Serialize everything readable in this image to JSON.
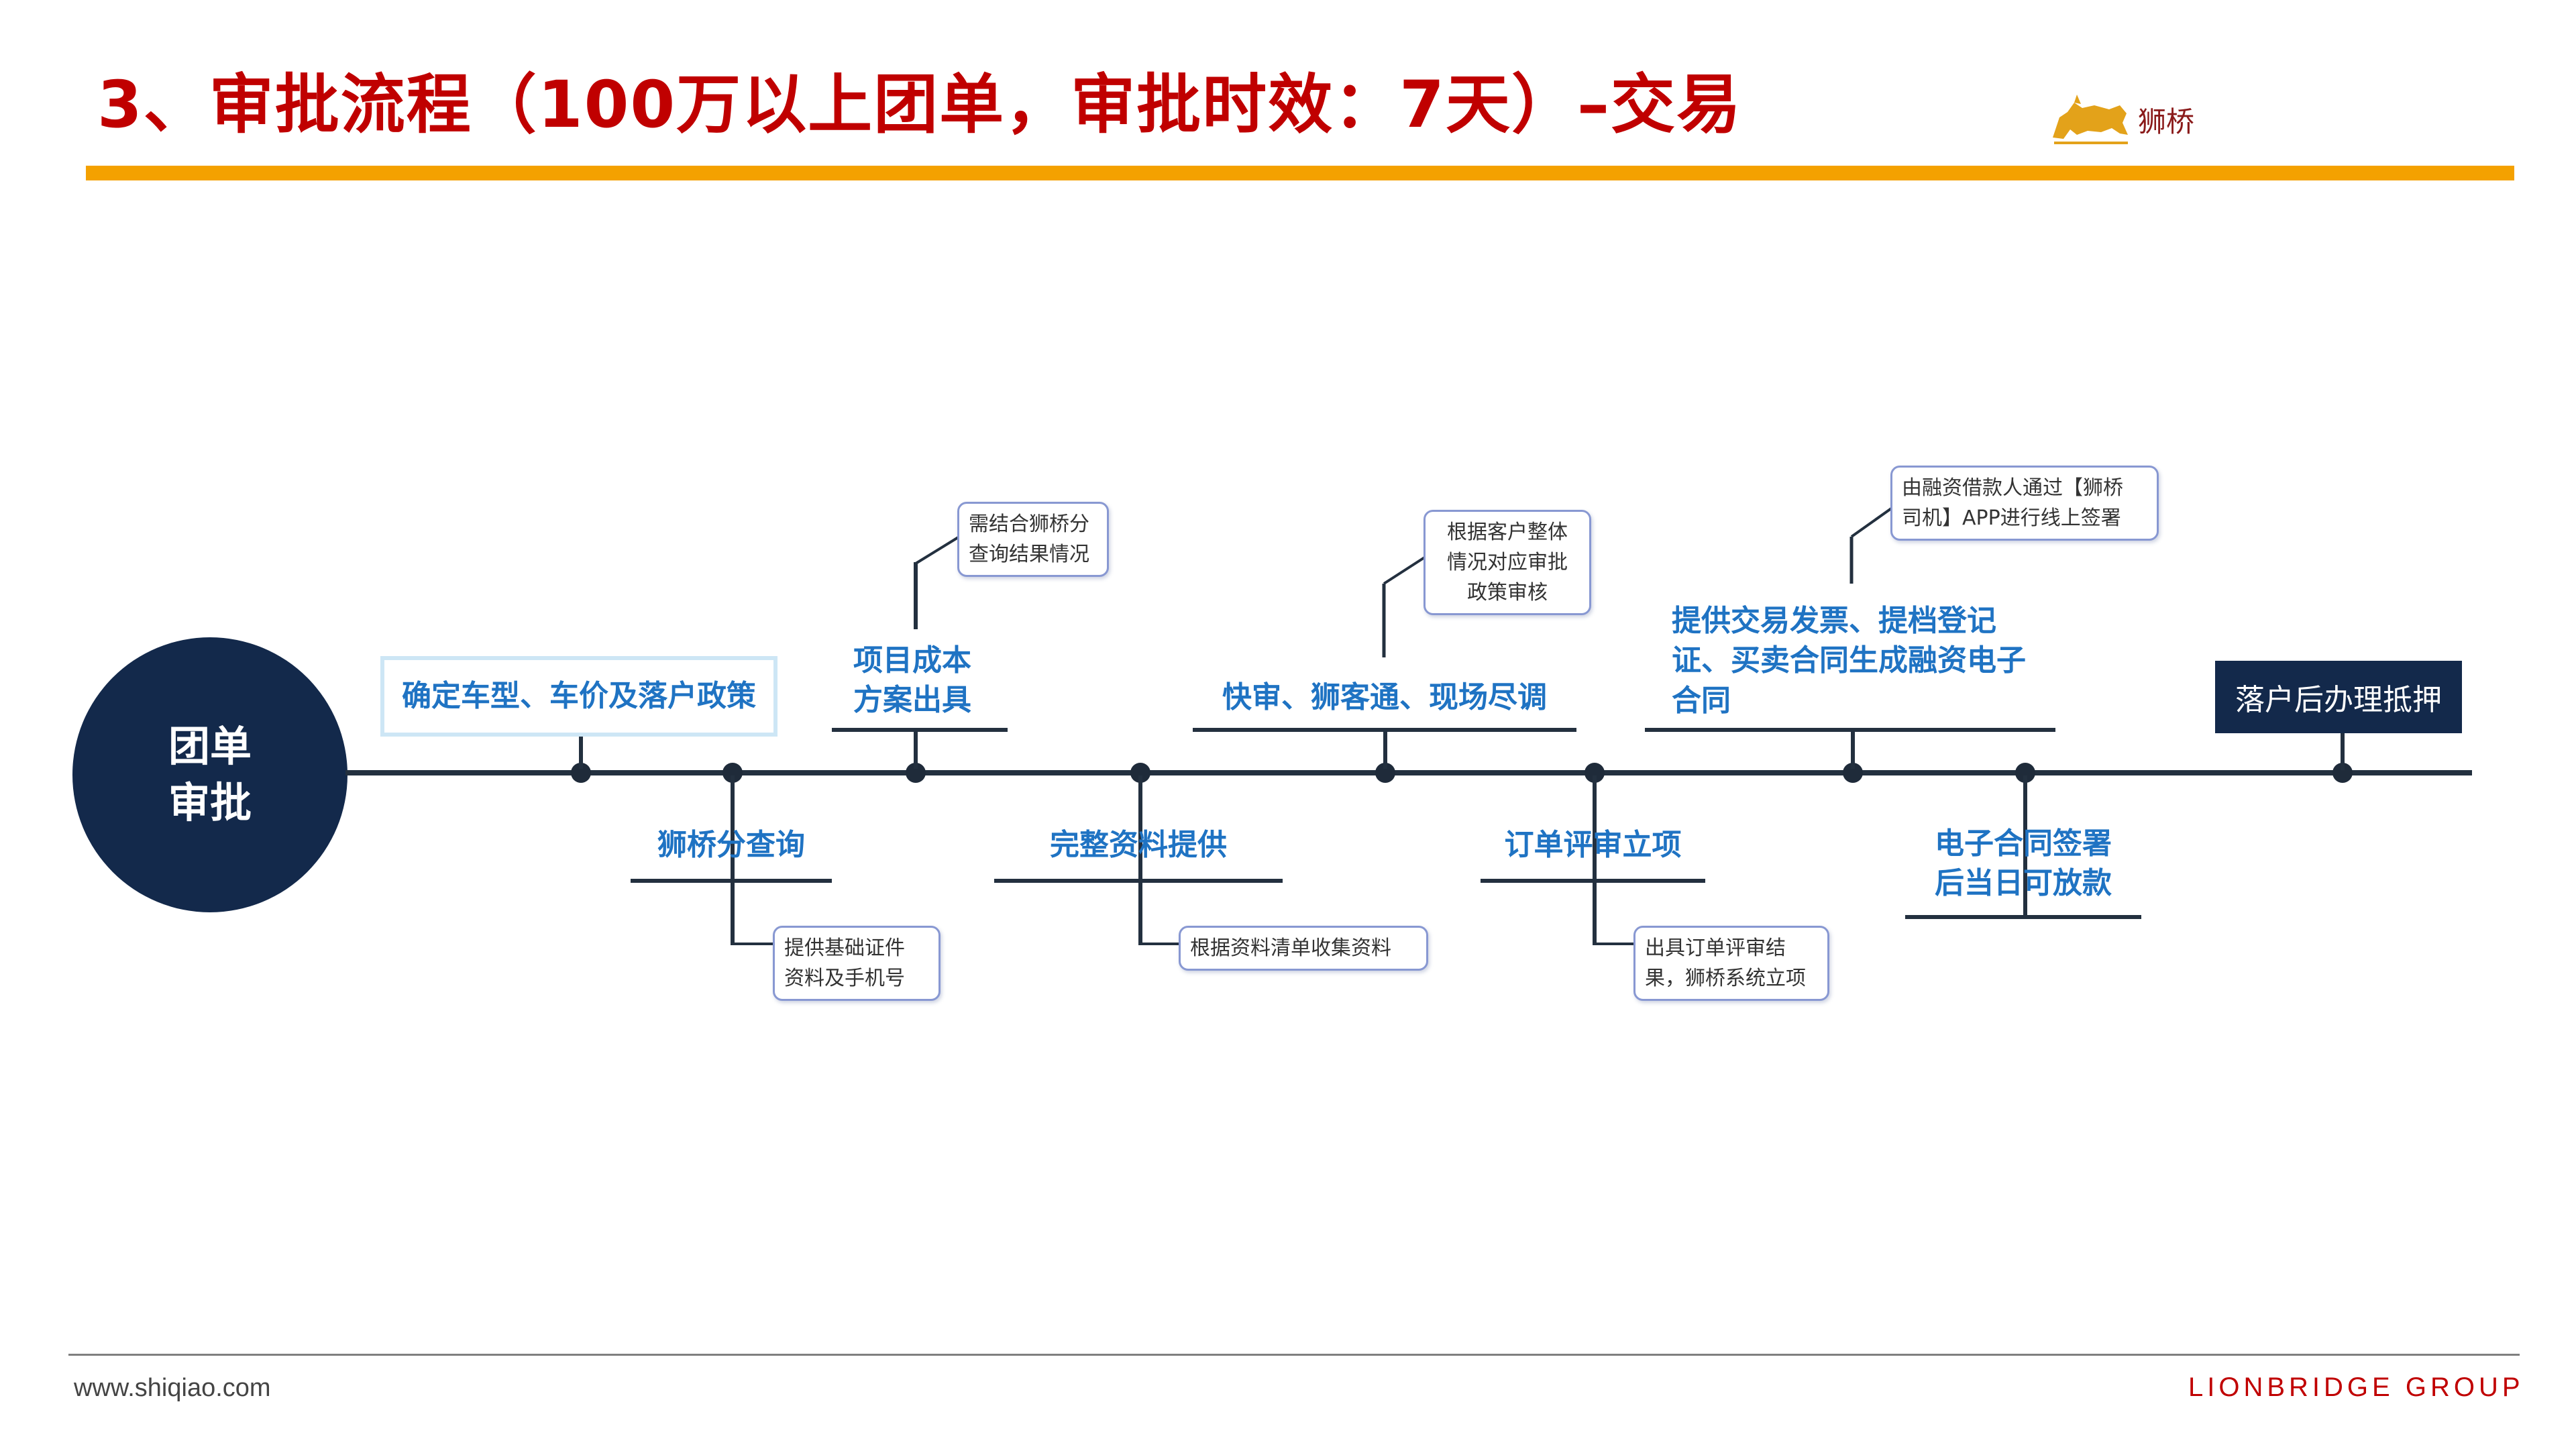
{
  "header": {
    "title": "3、审批流程（100万以上团单，审批时效：7天）–交易",
    "logo_text": "狮桥"
  },
  "center_node": {
    "line1": "团单",
    "line2": "审批"
  },
  "steps": {
    "s1": {
      "label": "确定车型、车价及落户政策"
    },
    "s2": {
      "label": "狮桥分查询",
      "note": [
        "提供基础证件",
        "资料及手机号"
      ]
    },
    "s3": {
      "label": [
        "项目成本",
        "方案出具"
      ],
      "note": [
        "需结合狮桥分",
        "查询结果情况"
      ]
    },
    "s4": {
      "label": "完整资料提供",
      "note": [
        "根据资料清单收集资料"
      ]
    },
    "s5": {
      "label": "快审、狮客通、现场尽调",
      "note": [
        "根据客户整体",
        "情况对应审批",
        "政策审核"
      ]
    },
    "s6": {
      "label": "订单评审立项",
      "note": [
        "出具订单评审结",
        "果，狮桥系统立项"
      ]
    },
    "s7": {
      "label": [
        "提供交易发票、提档登记",
        "证、买卖合同生成融资电子",
        "合同"
      ],
      "note": [
        "由融资借款人通过【狮桥",
        "司机】APP进行线上签署"
      ]
    },
    "s8": {
      "label": [
        "电子合同签署",
        "后当日可放款"
      ]
    },
    "s9": {
      "label": "落户后办理抵押"
    }
  },
  "footer": {
    "url": "www.shiqiao.com",
    "brand": "LIONBRIDGE GROUP"
  },
  "colors": {
    "title_red": "#c00000",
    "accent_orange": "#f4a100",
    "navy": "#13294b",
    "label_blue": "#1f73c3",
    "note_border": "#8898d2"
  }
}
